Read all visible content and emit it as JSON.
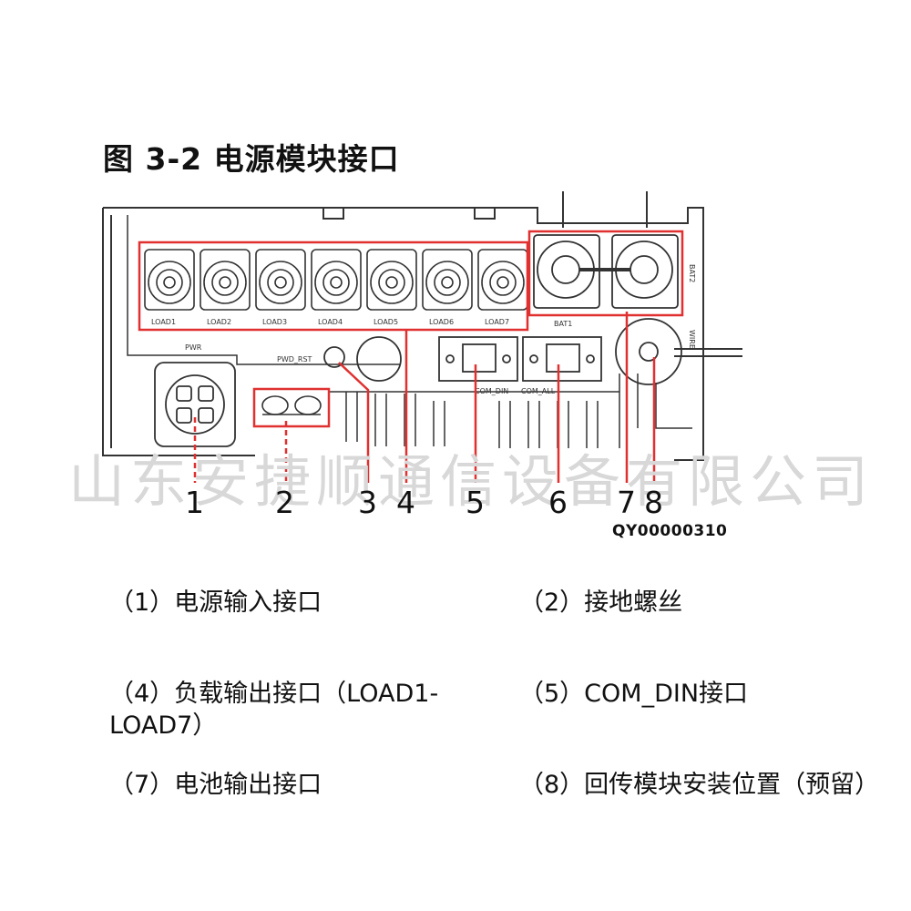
{
  "figure": {
    "title": "图 3-2 电源模块接口",
    "code": "QY00000310"
  },
  "device_labels": {
    "load": [
      "LOAD1",
      "LOAD2",
      "LOAD3",
      "LOAD4",
      "LOAD5",
      "LOAD6",
      "LOAD7"
    ],
    "pwr": "PWR",
    "pwd_rst": "PWD_RST",
    "com_din": "COM_DIN",
    "com_all": "COM_ALL",
    "bat1": "BAT1",
    "bat2": "BAT2",
    "wire": "WIRE"
  },
  "callouts": [
    "1",
    "2",
    "3",
    "4",
    "5",
    "6",
    "7",
    "8"
  ],
  "legend": [
    "（1）电源输入接口",
    "（2）接地螺丝",
    "（4）负载输出接口（LOAD1-LOAD7）",
    "（5）COM_DIN接口",
    "（7）电池输出接口",
    "（8）回传模块安装位置（预留）"
  ],
  "watermark": "山东安捷顺通信设备有限公司",
  "colors": {
    "highlight": "#e03030",
    "line": "#333333"
  }
}
